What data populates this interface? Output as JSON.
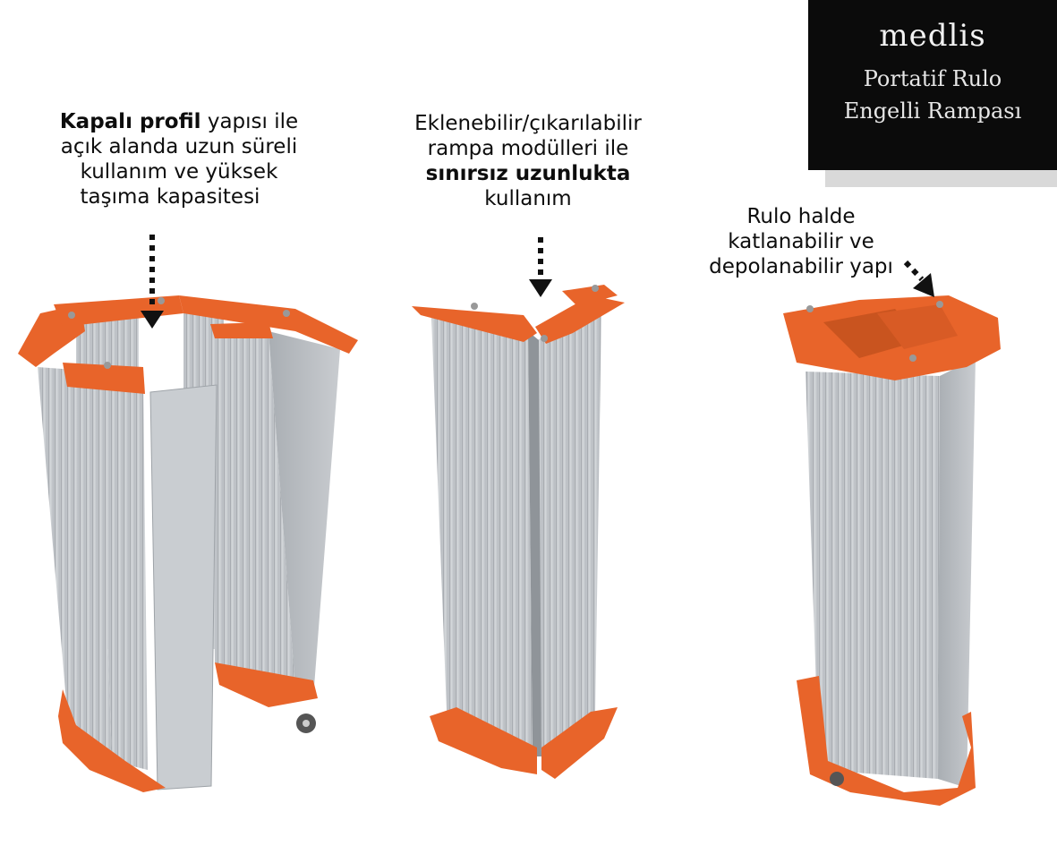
{
  "brand": {
    "name": "medlis",
    "subtitle_line1": "Portatif Rulo",
    "subtitle_line2": "Engelli Rampası"
  },
  "captions": {
    "left": {
      "line1_bold": "Kapalı profil",
      "line1_rest": " yapısı ile",
      "line2": "açık alanda uzun süreli",
      "line3": "kullanım ve yüksek",
      "line4": "taşıma kapasitesi"
    },
    "middle": {
      "line1": "Eklenebilir/çıkarılabilir",
      "line2": "rampa modülleri ile",
      "line3_bold": "sınırsız uzunlukta",
      "line4": "kullanım"
    },
    "right": {
      "line1": "Rulo halde",
      "line2": "katlanabilir ve",
      "line3": "depolanabilir yapı"
    }
  },
  "colors": {
    "orange": "#e8642a",
    "aluminum": "#c4c8cc",
    "arrow": "#111111"
  }
}
